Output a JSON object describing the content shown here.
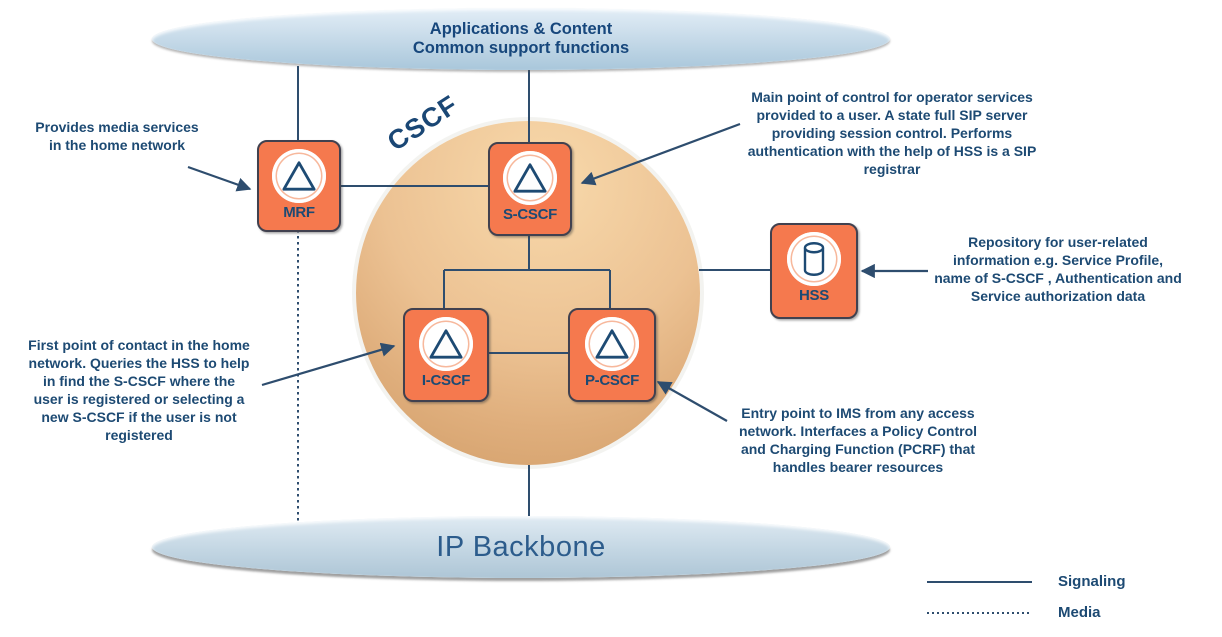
{
  "top_ellipse": {
    "line1": "Applications & Content",
    "line2": "Common support functions"
  },
  "bottom_ellipse": {
    "label": "IP Backbone"
  },
  "cluster_label": "CSCF",
  "nodes": [
    {
      "id": "mrf",
      "label": "MRF",
      "icon": "triangle-icon"
    },
    {
      "id": "s-cscf",
      "label": "S-CSCF",
      "icon": "triangle-icon"
    },
    {
      "id": "i-cscf",
      "label": "I-CSCF",
      "icon": "triangle-icon"
    },
    {
      "id": "p-cscf",
      "label": "P-CSCF",
      "icon": "triangle-icon"
    },
    {
      "id": "hss",
      "label": "HSS",
      "icon": "database-icon"
    }
  ],
  "annotations": {
    "mrf": "Provides media services in the home network",
    "s_cscf": "Main point of control for operator services provided to a  user. A state full SIP server providing session control. Performs authentication with the help of HSS is a SIP registrar",
    "hss": "Repository for user-related information e.g. Service Profile, name of S-CSCF , Authentication and Service authorization data",
    "i_cscf": "First point of contact in the home network. Queries the HSS to help in find the S-CSCF where the user is registered or selecting a new S-CSCF if the user is not registered",
    "p_cscf": "Entry point to IMS from any access network. Interfaces a Policy Control and Charging Function (PCRF) that handles bearer resources"
  },
  "legend": {
    "signaling": "Signaling",
    "media": "Media"
  },
  "colors": {
    "node_fill": "#F5794E",
    "node_border": "#41414F",
    "text_blue": "#1D4A73",
    "line": "#2E4D6E",
    "circle_top": "#F8D9AB",
    "circle_bottom": "#D09C66",
    "ellipse_blue": "#C3D6E4"
  }
}
